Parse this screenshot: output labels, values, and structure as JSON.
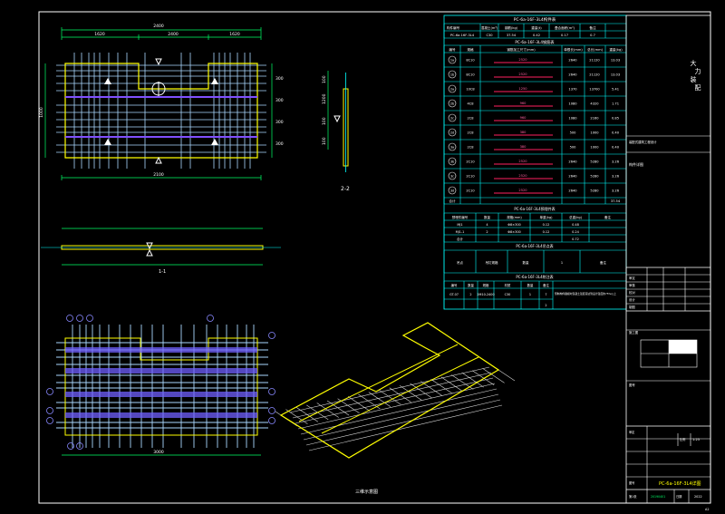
{
  "views": {
    "plan_dims": {
      "top_overall": "2400",
      "top_left": "1620",
      "top_mid": "2400",
      "top_right": "1620",
      "bottom_overall": "2100",
      "left_side": "1000",
      "right_a": "300",
      "right_b": "300",
      "right_c": "300",
      "right_d": "300"
    },
    "section_2_2_label": "2-2",
    "section_1_1_label": "1-1",
    "sec22_dims": {
      "d1": "100",
      "d2": "1200",
      "d3": "100",
      "d4": "100"
    },
    "rebar_plan_dim": "3000",
    "iso_label": "三维示意图"
  },
  "table": {
    "title": "PC-6a-16F-3L4构件表",
    "top_headers": [
      "构件编号",
      "混凝土(m³)",
      "钢筋(kg)",
      "重量(t)",
      "叠合面积(m²)",
      "备注"
    ],
    "top_row": [
      "PC-6a-16F-3L4",
      "C30",
      "37.54",
      "0.42",
      "0.17",
      "0.7"
    ],
    "rebar_title": "PC-6a-16F-3L4钢筋表",
    "rebar_headers": [
      "编号",
      "规格",
      "钢筋加工尺寸(mm)",
      "单根长(mm)",
      "总长(mm)",
      "重量(kg)"
    ],
    "rebar_rows": [
      {
        "id": "1a",
        "spec": "8C10",
        "shape": "2520",
        "len": "2640",
        "total": "21120",
        "wt": "13.03"
      },
      {
        "id": "1b",
        "spec": "8C10",
        "shape": "2520",
        "len": "2640",
        "total": "21120",
        "wt": "13.03"
      },
      {
        "id": "2a",
        "spec": "10C8",
        "shape": "1250",
        "len": "1370",
        "total": "13700",
        "wt": "5.41"
      },
      {
        "id": "2b",
        "spec": "4C8",
        "shape": "960",
        "len": "1080",
        "total": "4320",
        "wt": "1.71"
      },
      {
        "id": "2c",
        "spec": "2C8",
        "shape": "960",
        "len": "1080",
        "total": "2160",
        "wt": "0.85"
      },
      {
        "id": "2d",
        "spec": "2C8",
        "shape": "380",
        "len": "500",
        "total": "1000",
        "wt": "0.40"
      },
      {
        "id": "3a",
        "spec": "2C8",
        "shape": "380",
        "len": "500",
        "total": "1000",
        "wt": "0.40"
      },
      {
        "id": "3b",
        "spec": "2C10",
        "shape": "2520",
        "len": "2640",
        "total": "5280",
        "wt": "3.26"
      },
      {
        "id": "3c",
        "spec": "2C10",
        "shape": "2520",
        "len": "2640",
        "total": "5280",
        "wt": "3.26"
      },
      {
        "id": "3d",
        "spec": "2C10",
        "shape": "2520",
        "len": "2640",
        "total": "5280",
        "wt": "3.26"
      }
    ],
    "rebar_total_label": "合计",
    "rebar_total": "37.54",
    "embed_title": "PC-6a-16F-3L4预埋件表",
    "embed_headers": [
      "预埋件编号",
      "数量",
      "规格(mm)",
      "单重(kg)",
      "总重(kg)",
      "备注"
    ],
    "embed_rows": [
      [
        "MJ1",
        "4",
        "Φ8×300",
        "0.12",
        "0.48",
        ""
      ],
      [
        "MJ1-1",
        "2",
        "Φ8×300",
        "0.12",
        "0.24",
        ""
      ],
      [
        "合计",
        "",
        "",
        "",
        "0.72",
        ""
      ]
    ],
    "lift_title": "PC-6a-16F-3L4吊点表",
    "lift_row": [
      "吊点",
      "吊钉规格",
      "数量",
      "1",
      "备注"
    ],
    "note_title": "PC-6a-16F-3L4附注表",
    "note_headers": [
      "编号",
      "数量",
      "规格",
      "材质",
      "数量",
      "备注"
    ],
    "note_rows": [
      [
        "GT-07",
        "2",
        "2M10-2400",
        "C30",
        "1",
        "7"
      ],
      [
        "",
        "",
        "",
        "",
        "",
        "2"
      ]
    ],
    "note_text": "预制构件脱模时混凝土强度需达到设计强度的75%以上"
  },
  "title_block": {
    "company_chars": [
      "大",
      "力",
      "装",
      "配"
    ],
    "project_label": "装配式建筑工程设计",
    "drawing_content_label": "构件详图",
    "sign_rows": [
      "审定",
      "审核",
      "校对",
      "设计",
      "制图"
    ],
    "stage_label": "施工图",
    "drawing_no_label": "图号",
    "scale_label": "比例",
    "scale_value": "1:25",
    "drawing_name": "PC-6a-16F-3L4详图",
    "date_label": "日期",
    "date_value": "2022",
    "page_no": "A2",
    "sheet_label": "第1张",
    "bottom_code": "20190401"
  }
}
